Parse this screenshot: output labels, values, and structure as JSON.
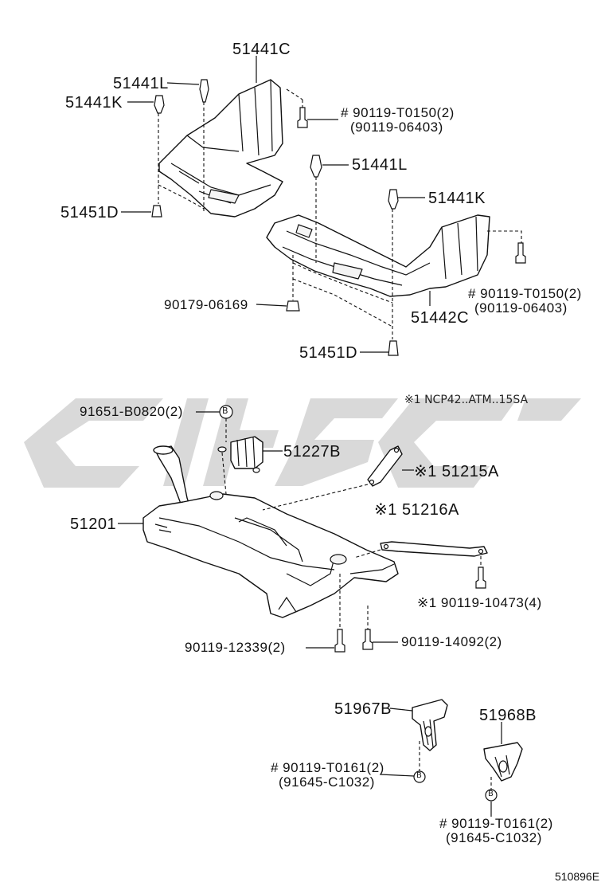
{
  "labels": {
    "p51441C": "51441C",
    "p51441L_a": "51441L",
    "p51441K_a": "51441K",
    "p90119T0150_a": "# 90119-T0150(2)",
    "p90119_06403_a": "(90119-06403)",
    "p51441L_b": "51441L",
    "p51451D_a": "51451D",
    "p51441K_b": "51441K",
    "p90119T0150_b": "# 90119-T0150(2)",
    "p90119_06403_b": "(90119-06403)",
    "p90179_06169": "90179-06169",
    "p51442C": "51442C",
    "p51451D_b": "51451D",
    "p91651_B0820": "91651-B0820(2)",
    "p51227B": "51227B",
    "p51215A": "※1 51215A",
    "p51216A": "※1 51216A",
    "p51201": "51201",
    "p90119_10473": "※1 90119-10473(4)",
    "p90119_12339": "90119-12339(2)",
    "p90119_14092": "90119-14092(2)",
    "p51967B": "51967B",
    "p51968B": "51968B",
    "p90119T0161_a": "# 90119-T0161(2)",
    "p91645_C1032_a": "(91645-C1032)",
    "p90119T0161_b": "# 90119-T0161(2)",
    "p91645_C1032_b": "(91645-C1032)"
  },
  "note": "※1 NCP42..ATM..15SA",
  "b_marker": "B",
  "code": "510896E",
  "colors": {
    "line": "#111111",
    "watermark": "#d9d9d9",
    "background": "#ffffff"
  }
}
